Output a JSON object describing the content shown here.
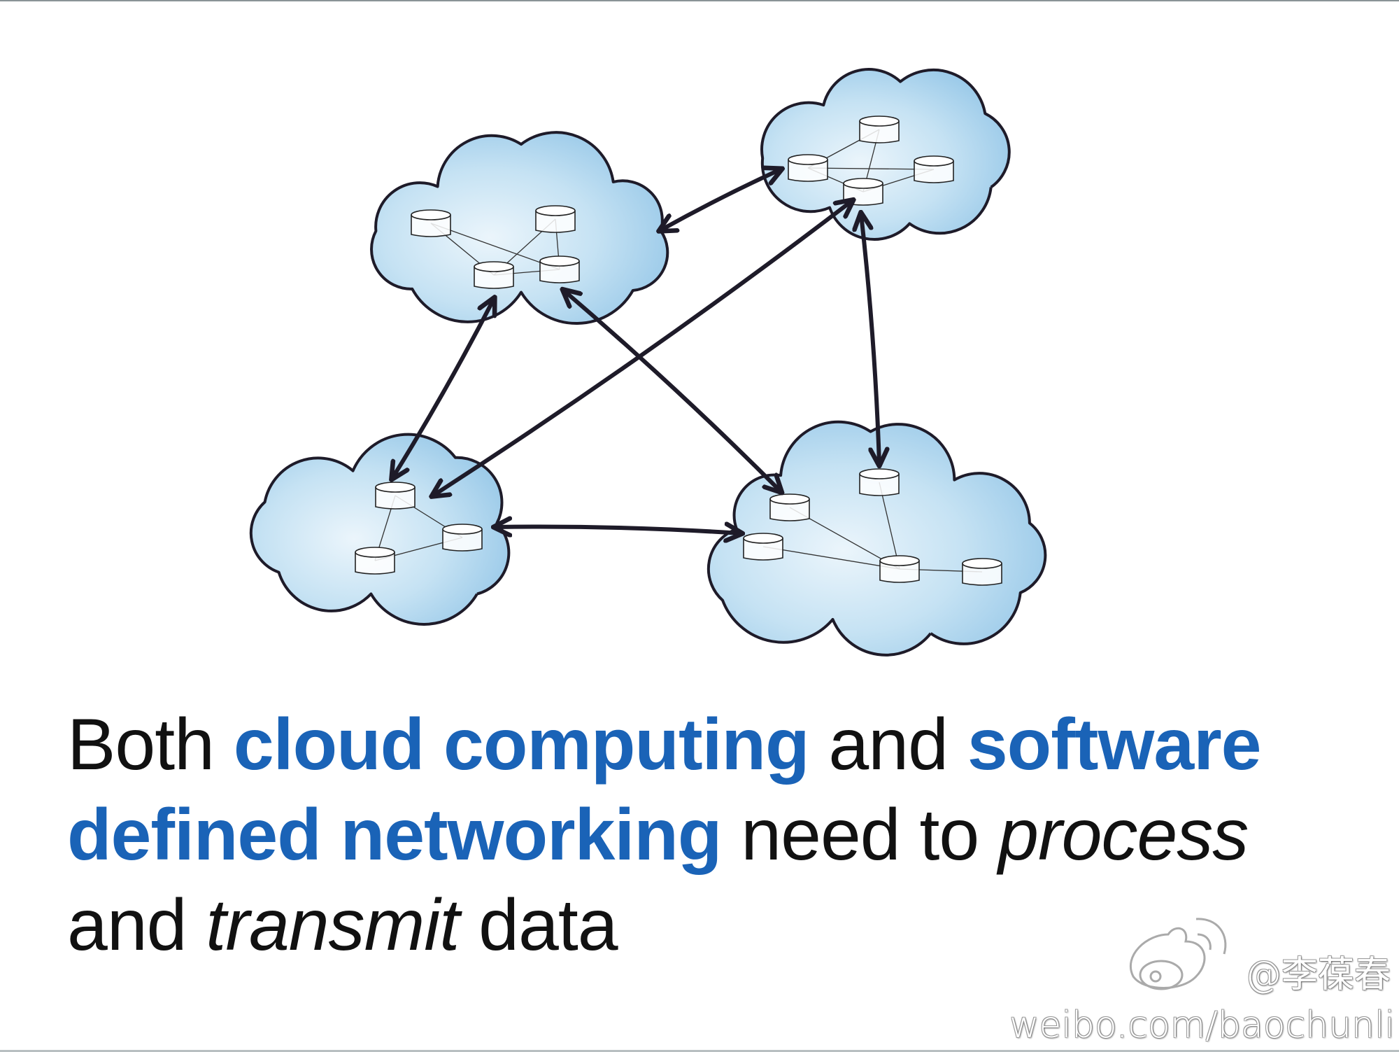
{
  "caption": {
    "line1": [
      {
        "text": "Both ",
        "style": "plain"
      },
      {
        "text": "cloud computing",
        "style": "highlight"
      },
      {
        "text": " and ",
        "style": "plain"
      },
      {
        "text": "software",
        "style": "highlight"
      }
    ],
    "line2": [
      {
        "text": "defined networking",
        "style": "highlight"
      },
      {
        "text": " need to ",
        "style": "plain"
      },
      {
        "text": "process",
        "style": "italic"
      }
    ],
    "line3": [
      {
        "text": "and ",
        "style": "plain"
      },
      {
        "text": "transmit",
        "style": "italic"
      },
      {
        "text": " data",
        "style": "plain"
      }
    ]
  },
  "colors": {
    "highlight": "#1a63b7",
    "cloud_fill": "#a9d2ec",
    "ink": "#1e1b29"
  },
  "diagram": {
    "clouds": [
      {
        "id": "cloud-top-left",
        "nodes": 4
      },
      {
        "id": "cloud-top-right",
        "nodes": 4
      },
      {
        "id": "cloud-bottom-left",
        "nodes": 3
      },
      {
        "id": "cloud-bottom-right",
        "nodes": 5
      }
    ],
    "icons": [
      "cloud-icon",
      "server-node-icon",
      "double-arrow-icon"
    ]
  },
  "watermark": {
    "handle": "@李葆春",
    "url": "weibo.com/baochunli",
    "logo": "weibo-logo"
  }
}
